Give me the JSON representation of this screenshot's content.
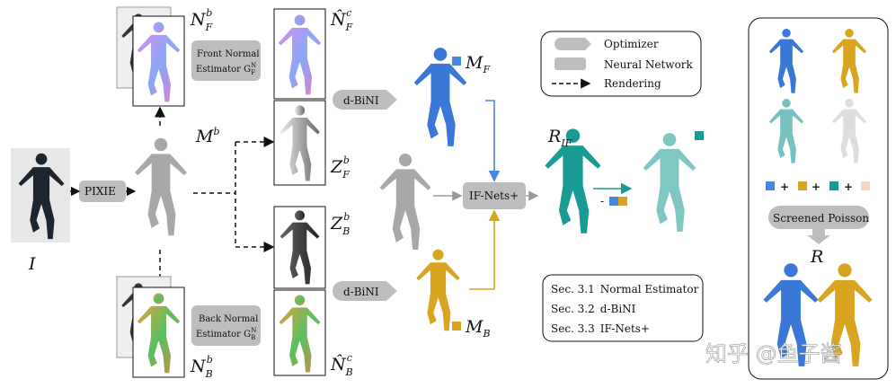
{
  "labels": {
    "input": "I",
    "pixie": "PIXIE",
    "body_mesh": "M",
    "body_mesh_sup": "b",
    "front_normal": "N",
    "front_normal_sub": "F",
    "front_normal_sup": "b",
    "back_normal": "N",
    "back_normal_sub": "B",
    "back_normal_sup": "b",
    "front_estimator_line1": "Front Normal",
    "front_estimator_line2": "Estimator G",
    "front_estimator_sub": "F",
    "front_estimator_sup": "N",
    "back_estimator_line1": "Back Normal",
    "back_estimator_line2": "Estimator G",
    "back_estimator_sub": "B",
    "back_estimator_sup": "N",
    "front_clothed_normal": "N̂",
    "front_clothed_sub": "F",
    "front_clothed_sup": "c",
    "back_clothed_normal": "N̂",
    "back_clothed_sub": "B",
    "back_clothed_sup": "c",
    "front_depth": "Z",
    "front_depth_sub": "F",
    "front_depth_sup": "b",
    "back_depth": "Z",
    "back_depth_sub": "B",
    "back_depth_sup": "b",
    "dbini_front": "d-BiNI",
    "dbini_back": "d-BiNI",
    "ifnets": "IF-Nets+",
    "mesh_front": "M",
    "mesh_front_sub": "F",
    "mesh_back": "M",
    "mesh_back_sub": "B",
    "recon_if": "R",
    "recon_if_sub": "IF",
    "minus": "-",
    "screened_poisson": "Screened Poisson",
    "final": "R",
    "plus": "+"
  },
  "legend": {
    "optimizer": "Optimizer",
    "neural_network": "Neural Network",
    "rendering": "Rendering"
  },
  "sections": [
    {
      "num": "Sec. 3.1",
      "name": "Normal Estimator"
    },
    {
      "num": "Sec. 3.2",
      "name": "d-BiNI"
    },
    {
      "num": "Sec. 3.3",
      "name": "IF-Nets+"
    }
  ],
  "watermark": "知乎 @鱼子酱",
  "colors": {
    "front_blue": "#4a86e0",
    "back_orange": "#d9a520",
    "if_teal": "#1a9a94",
    "smpl_skin": "#f2d9bf",
    "node_gray": "#bdbdbd",
    "mesh_gray": "#a8a8a8"
  }
}
